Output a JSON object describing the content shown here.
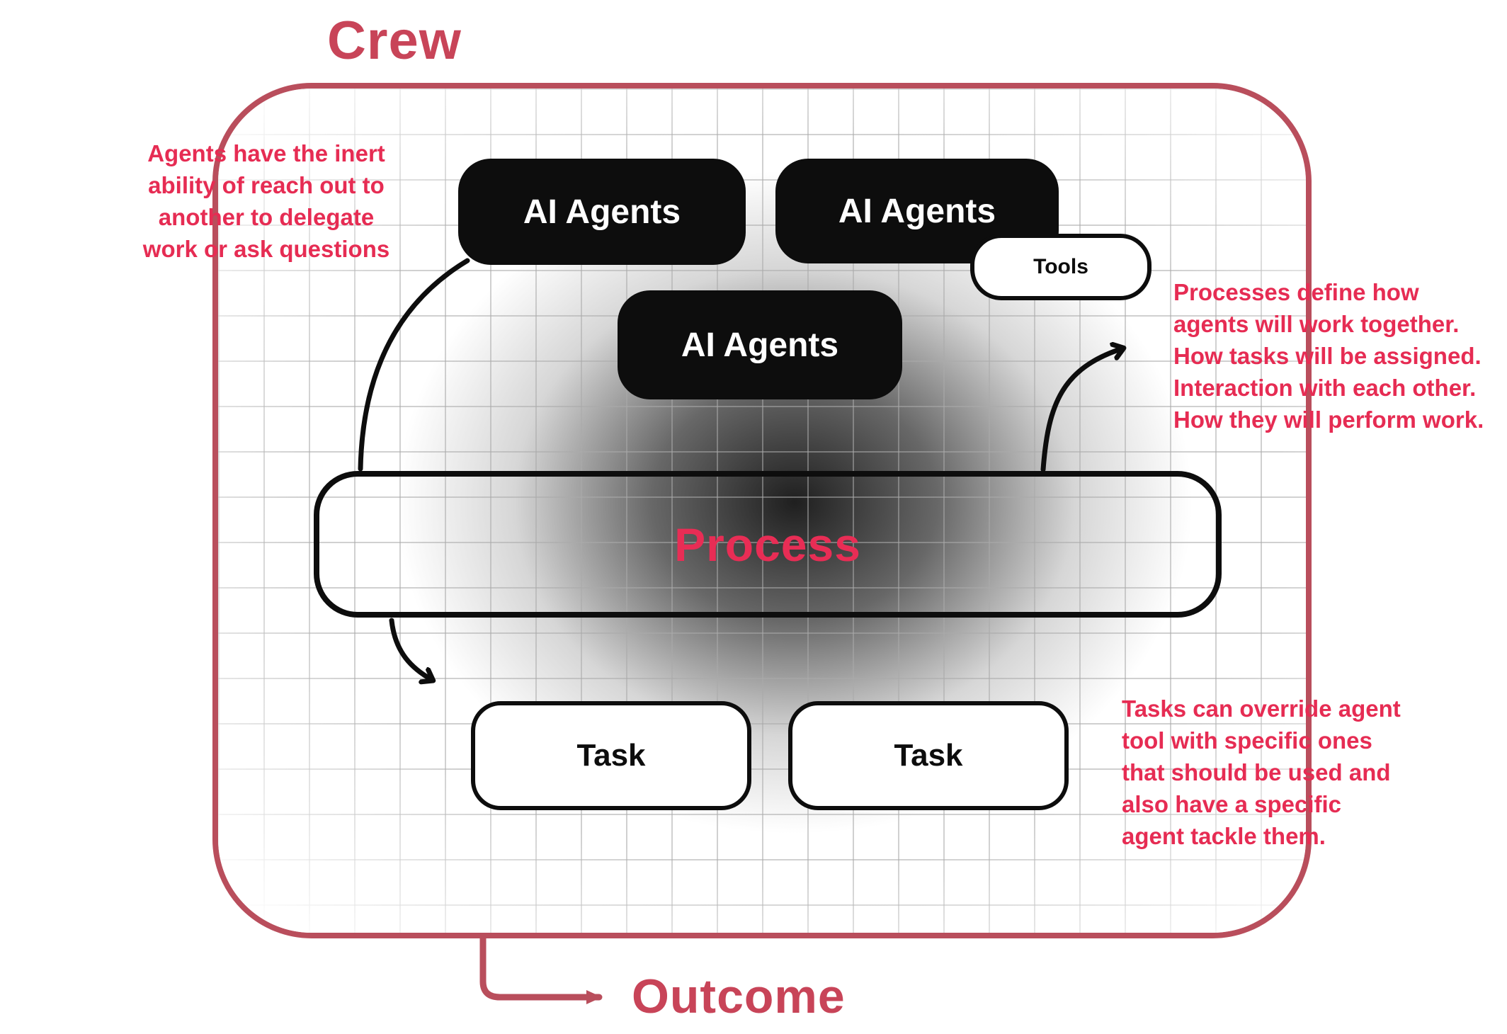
{
  "crew_title": "Crew",
  "outcome_label": "Outcome",
  "agents": {
    "a1": "AI Agents",
    "a2": "AI Agents",
    "a3": "AI Agents"
  },
  "tools_label": "Tools",
  "process_label": "Process",
  "tasks": {
    "t1": "Task",
    "t2": "Task"
  },
  "annotations": {
    "left": "Agents have the inert\nability of reach out to\nanother to delegate\nwork or ask questions",
    "right_top": "Processes define how\nagents will work together.\nHow tasks will be assigned.\nInteraction with each other.\nHow they will perform work.",
    "right_bottom": "Tasks can override agent\ntool with specific ones\nthat should be used and\nalso have a specific\nagent tackle them."
  },
  "colors": {
    "frame_red": "#b94e5c",
    "title_red": "#c84458",
    "accent_red": "#e82d55",
    "box_black": "#0d0d0d",
    "grid_gray": "#d7d7d7"
  }
}
